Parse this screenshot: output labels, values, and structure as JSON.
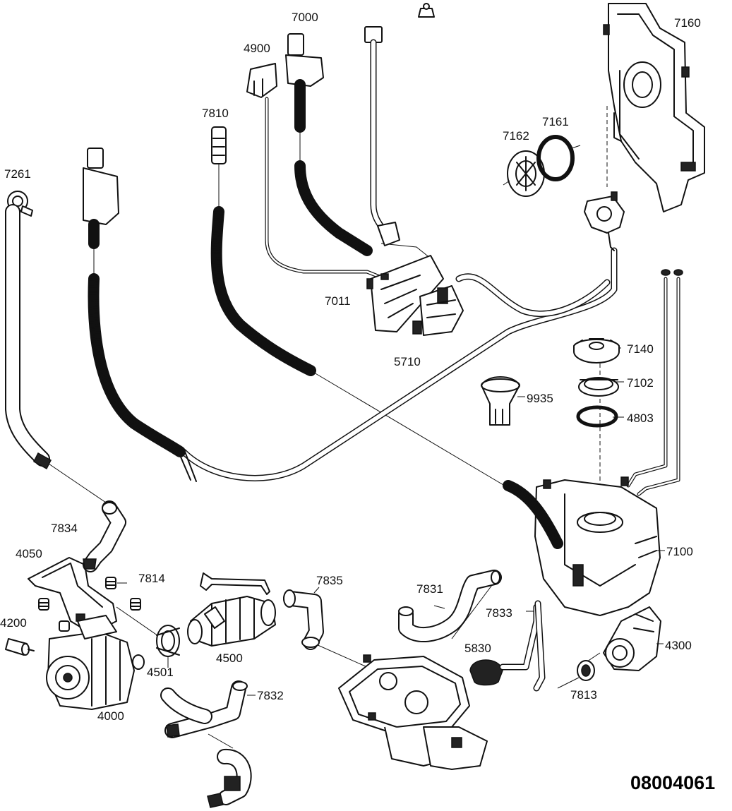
{
  "diagram": {
    "document_number": "08004061",
    "part_labels": {
      "p7000": "7000",
      "p4900": "4900",
      "p7160": "7160",
      "p7810": "7810",
      "p7161": "7161",
      "p7162": "7162",
      "p7261": "7261",
      "p7011": "7011",
      "p5710": "5710",
      "p7140": "7140",
      "p7102": "7102",
      "p9935": "9935",
      "p4803": "4803",
      "p7100": "7100",
      "p7834": "7834",
      "p4050": "4050",
      "p7814": "7814",
      "p7835": "7835",
      "p7831": "7831",
      "p4200": "4200",
      "p7833": "7833",
      "p4501": "4501",
      "p4500": "4500",
      "p5830": "5830",
      "p4300": "4300",
      "p7832": "7832",
      "p7813": "7813",
      "p4000": "4000"
    }
  }
}
